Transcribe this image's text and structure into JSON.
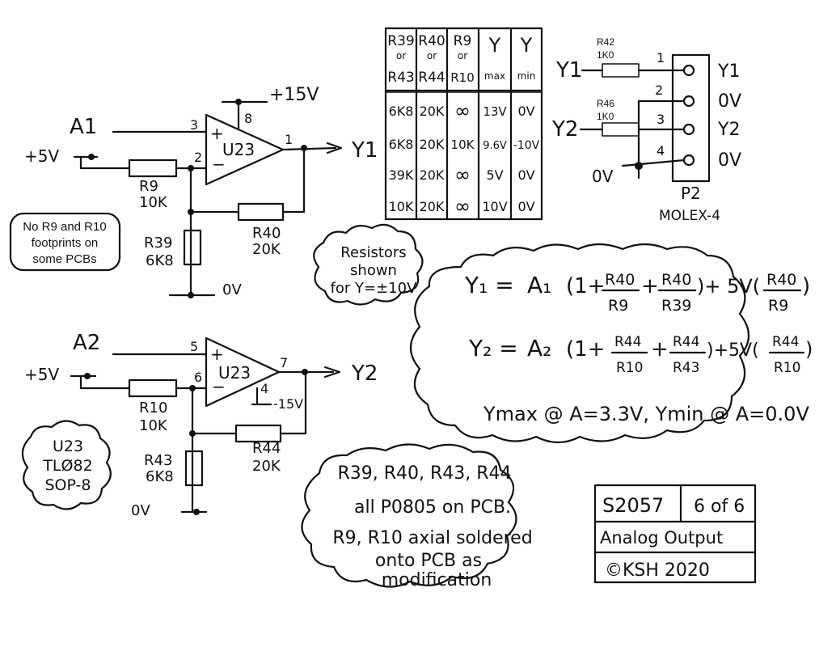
{
  "stage1": {
    "input": "A1",
    "pin_plus": "3",
    "pin_minus": "2",
    "pin_out": "1",
    "pin_supply": "8",
    "supply": "+15V",
    "plus_sign": "+",
    "minus_sign": "−",
    "opamp": "U23",
    "bias": "+5V",
    "r_in_name": "R9",
    "r_in_value": "10K",
    "r_gnd_name": "R39",
    "r_gnd_value": "6K8",
    "r_fb_name": "R40",
    "r_fb_value": "20K",
    "ground": "0V",
    "output": "Y1"
  },
  "stage2": {
    "input": "A2",
    "pin_plus": "5",
    "pin_minus": "6",
    "pin_out": "7",
    "pin_supply": "4",
    "supply": "-15V",
    "plus_sign": "+",
    "minus_sign": "−",
    "opamp": "U23",
    "bias": "+5V",
    "r_in_name": "R10",
    "r_in_value": "10K",
    "r_gnd_name": "R43",
    "r_gnd_value": "6K8",
    "r_fb_name": "R44",
    "r_fb_value": "20K",
    "ground": "0V",
    "output": "Y2"
  },
  "notes": {
    "no_r9_line1": "No R9 and R10",
    "no_r9_line2": "footprints on",
    "no_r9_line3": "some PCBs",
    "resistors_line1": "Resistors",
    "resistors_line2": "shown",
    "resistors_line3": "for Y=±10V",
    "u23_line1": "U23",
    "u23_line2": "TLØ82",
    "u23_line3": "SOP-8",
    "pcb_line1": "R39, R40, R43, R44",
    "pcb_line2": "all P0805 on PCB.",
    "pcb_line3": "R9, R10 axial soldered",
    "pcb_line4": "onto PCB as",
    "pcb_line5": "modification"
  },
  "table": {
    "headers": [
      [
        "R39",
        "or",
        "R43"
      ],
      [
        "R40",
        "or",
        "R44"
      ],
      [
        "R9",
        "or",
        "R10"
      ],
      [
        "Y",
        "max"
      ],
      [
        "Y",
        "min"
      ]
    ],
    "rows": [
      [
        "6K8",
        "20K",
        "∞",
        "13V",
        "0V"
      ],
      [
        "6K8",
        "20K",
        "10K",
        "9.6V",
        "-10V"
      ],
      [
        "39K",
        "20K",
        "∞",
        "5V",
        "0V"
      ],
      [
        "10K",
        "20K",
        "∞",
        "10V",
        "0V"
      ]
    ]
  },
  "connector": {
    "y1": "Y1",
    "y2": "Y2",
    "r42_name": "R42",
    "r42_value": "1K0",
    "r46_name": "R46",
    "r46_value": "1K0",
    "pin1": "1",
    "pin2": "2",
    "pin3": "3",
    "pin4": "4",
    "label1": "Y1",
    "label2": "0V",
    "label3": "Y2",
    "label4": "0V",
    "ground": "0V",
    "ref": "P2",
    "type": "MOLEX-4"
  },
  "equations": {
    "y1_lhs": "Y₁ =",
    "y1_a": "A₁",
    "y1_one": "(1+",
    "y1_plus": "+",
    "y1_f1_num": "R40",
    "y1_f1_den": "R9",
    "y1_f2_num": "R40",
    "y1_f2_den": "R39",
    "y1_close": ")+ 5V(",
    "y1_f3_num": "R40",
    "y1_f3_den": "R9",
    "y1_end": ")",
    "y2_lhs": "Y₂ =",
    "y2_a": "A₂",
    "y2_one": "(1+",
    "y2_plus": "+",
    "y2_f1_num": "R44",
    "y2_f1_den": "R10",
    "y2_f2_num": "R44",
    "y2_f2_den": "R43",
    "y2_close": ")+5V(",
    "y2_f3_num": "R44",
    "y2_f3_den": "R10",
    "y2_end": ")",
    "condition": "Ymax @ A=3.3V, Ymin @ A=0.0V"
  },
  "title_block": {
    "sheet_id": "S2057",
    "page": "6 of 6",
    "title": "Analog Output",
    "copyright": "©KSH 2020"
  }
}
